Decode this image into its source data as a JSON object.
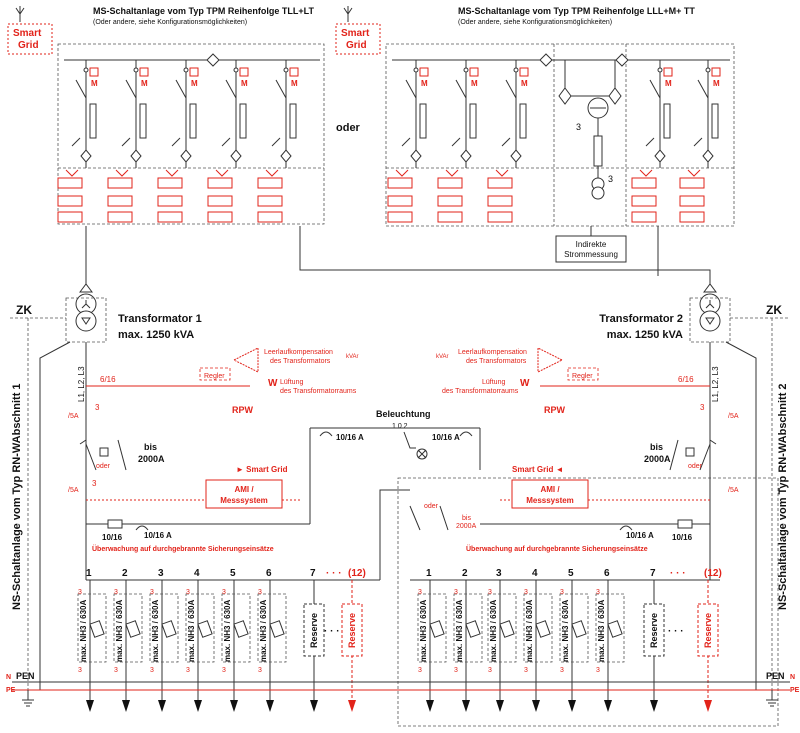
{
  "colors": {
    "accent_red": "#e2231a",
    "line": "#333333"
  },
  "top_left": {
    "smart_grid": "Smart\nGrid",
    "title": "MS-Schaltanlage vom Typ TPM Reihenfolge TLL+LT",
    "subtitle": "(Oder andere, siehe Konfigurationsmöglichkeiten)"
  },
  "top_right": {
    "smart_grid": "Smart\nGrid",
    "title": "MS-Schaltanlage vom Typ TPM Reihenfolge LLL+M+ TT",
    "subtitle": "(Oder andere, siehe Konfigurationsmöglichkeiten)",
    "indirect_measure": "Indirekte\nStrommessung"
  },
  "oder_center": "oder",
  "motor_label": "M",
  "count_3": "3",
  "transformer_left": {
    "line1": "Transformator 1",
    "line2": "max. 1250 kVA"
  },
  "transformer_right": {
    "line1": "Transformator 2",
    "line2": "max. 1250 kVA"
  },
  "zk": "ZK",
  "left_section_label": "NS-Schaltanlage vom Typ RN-WAbschnitt 1",
  "right_section_label": "NS-Schaltanlage vom Typ RN-WAbschnitt 2",
  "phases": "L1, L2, L3",
  "fuse_616": "6/16",
  "leerlauf": "Leerlaufkompensation\ndes Transformators",
  "kvar": "kVAr",
  "regler": "Regler",
  "luftung": "Lüftung\ndes Transformatorraums",
  "w": "W",
  "rpw": "RPW",
  "beleuchtung": "Beleuchtung",
  "switch_pos": "1 0 2",
  "fuse_1016a": "10/16 A",
  "fuse_1016": "10/16",
  "ct_5a": "/5A",
  "bis_2000a": "bis\n2000A",
  "oder": "oder",
  "smart_grid_left": "► Smart Grid",
  "smart_grid_right": "Smart Grid ◄",
  "ami": "AMI /\nMesssystem",
  "uberwachung": "Überwachung auf durchgebrannte Sicherungseinsätze",
  "feeder_numbers": [
    "1",
    "2",
    "3",
    "4",
    "5",
    "6",
    "7"
  ],
  "dots": "· · ·",
  "feeder_12": "(12)",
  "nh3": "max. NH3 / 630A",
  "reserve": "Reserve",
  "pen": "PEN",
  "n": "N",
  "pe": "PE"
}
